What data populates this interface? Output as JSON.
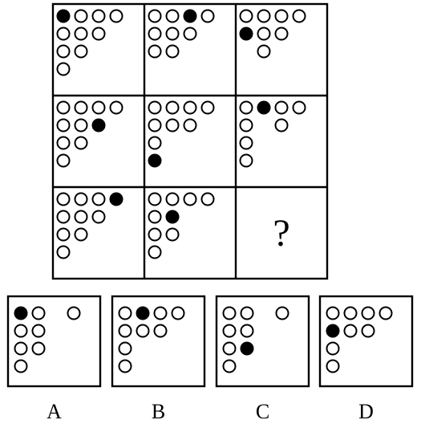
{
  "matrix": {
    "rows": 3,
    "cols": 3,
    "cells": [
      {
        "id": "r1c1",
        "dots": [
          [
            1,
            0,
            0,
            0
          ],
          [
            0,
            0,
            0
          ],
          [
            0,
            0
          ],
          [
            0
          ]
        ]
      },
      {
        "id": "r1c2",
        "dots": [
          [
            0,
            0,
            1,
            0
          ],
          [
            0,
            0,
            0
          ],
          [
            0,
            0
          ]
        ]
      },
      {
        "id": "r1c3",
        "dots": [
          [
            0,
            0,
            0,
            0
          ],
          [
            1,
            0,
            0
          ],
          [
            null,
            0
          ]
        ]
      },
      {
        "id": "r2c1",
        "dots": [
          [
            0,
            0,
            0,
            0
          ],
          [
            0,
            0,
            1
          ],
          [
            0,
            0
          ],
          [
            0
          ]
        ]
      },
      {
        "id": "r2c2",
        "dots": [
          [
            0,
            0,
            0,
            0
          ],
          [
            0,
            0,
            0
          ],
          [
            0
          ],
          [
            1
          ]
        ]
      },
      {
        "id": "r2c3",
        "dots": [
          [
            0,
            1,
            0,
            0
          ],
          [
            0,
            null,
            0
          ],
          [
            0
          ],
          [
            0
          ]
        ]
      },
      {
        "id": "r3c1",
        "dots": [
          [
            0,
            0,
            0,
            1
          ],
          [
            0,
            0,
            0
          ],
          [
            0,
            0
          ],
          [
            0
          ]
        ]
      },
      {
        "id": "r3c2",
        "dots": [
          [
            0,
            0,
            0,
            0
          ],
          [
            0,
            1
          ],
          [
            0,
            0
          ],
          [
            0
          ]
        ]
      },
      {
        "id": "r3c3",
        "question": "?"
      }
    ]
  },
  "options": [
    {
      "label": "A",
      "dots": [
        [
          1,
          0,
          null,
          0
        ],
        [
          0,
          0
        ],
        [
          0,
          0
        ],
        [
          0
        ]
      ]
    },
    {
      "label": "B",
      "dots": [
        [
          0,
          1,
          0,
          0
        ],
        [
          0,
          0,
          0
        ],
        [
          0
        ],
        [
          0
        ]
      ]
    },
    {
      "label": "C",
      "dots": [
        [
          0,
          0,
          null,
          0
        ],
        [
          0,
          0
        ],
        [
          0,
          1
        ],
        [
          0
        ]
      ]
    },
    {
      "label": "D",
      "dots": [
        [
          0,
          0,
          0,
          0
        ],
        [
          1,
          0,
          0
        ],
        [
          0
        ],
        [
          0
        ]
      ]
    }
  ],
  "colors": {
    "filled": "#000000",
    "empty": "#ffffff",
    "stroke": "#000000"
  }
}
